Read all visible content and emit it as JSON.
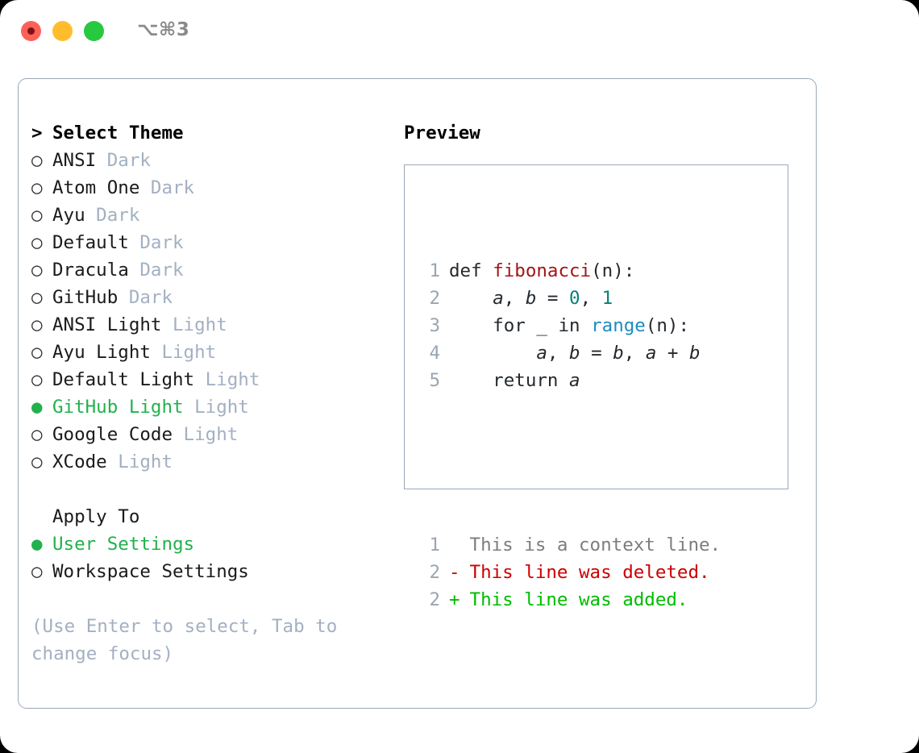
{
  "titlebar": {
    "shortcut": "⌥⌘3",
    "buttons": [
      {
        "name": "close",
        "color": "#ff6058"
      },
      {
        "name": "minimize",
        "color": "#ffbd2e"
      },
      {
        "name": "maximize",
        "color": "#28c840"
      }
    ]
  },
  "theme_list": {
    "header_marker": ">",
    "header": "Select Theme",
    "items": [
      {
        "marker": "○",
        "label": "ANSI",
        "suffix": "Dark",
        "selected": false
      },
      {
        "marker": "○",
        "label": "Atom One",
        "suffix": "Dark",
        "selected": false
      },
      {
        "marker": "○",
        "label": "Ayu",
        "suffix": "Dark",
        "selected": false
      },
      {
        "marker": "○",
        "label": "Default",
        "suffix": "Dark",
        "selected": false
      },
      {
        "marker": "○",
        "label": "Dracula",
        "suffix": "Dark",
        "selected": false
      },
      {
        "marker": "○",
        "label": "GitHub",
        "suffix": "Dark",
        "selected": false
      },
      {
        "marker": "○",
        "label": "ANSI Light",
        "suffix": "Light",
        "selected": false
      },
      {
        "marker": "○",
        "label": "Ayu Light",
        "suffix": "Light",
        "selected": false
      },
      {
        "marker": "○",
        "label": "Default Light",
        "suffix": "Light",
        "selected": false
      },
      {
        "marker": "●",
        "label": "GitHub Light",
        "suffix": "Light",
        "selected": true
      },
      {
        "marker": "○",
        "label": "Google Code",
        "suffix": "Light",
        "selected": false
      },
      {
        "marker": "○",
        "label": "XCode",
        "suffix": "Light",
        "selected": false
      }
    ]
  },
  "apply_to": {
    "header": "Apply To",
    "items": [
      {
        "marker": "●",
        "label": "User Settings",
        "selected": true
      },
      {
        "marker": "○",
        "label": "Workspace Settings",
        "selected": false
      }
    ]
  },
  "hint": "(Use Enter to select, Tab to change focus)",
  "preview": {
    "title": "Preview",
    "code_lines": [
      {
        "num": "1",
        "tokens": [
          {
            "t": "def ",
            "k": "plain"
          },
          {
            "t": "fibonacci",
            "k": "fn"
          },
          {
            "t": "(n):",
            "k": "plain"
          }
        ]
      },
      {
        "num": "2",
        "tokens": [
          {
            "t": "    ",
            "k": "plain"
          },
          {
            "t": "a",
            "k": "var"
          },
          {
            "t": ", ",
            "k": "plain"
          },
          {
            "t": "b",
            "k": "var"
          },
          {
            "t": " = ",
            "k": "plain"
          },
          {
            "t": "0",
            "k": "num"
          },
          {
            "t": ", ",
            "k": "plain"
          },
          {
            "t": "1",
            "k": "num"
          }
        ]
      },
      {
        "num": "3",
        "tokens": [
          {
            "t": "    for _ in ",
            "k": "plain"
          },
          {
            "t": "range",
            "k": "kw"
          },
          {
            "t": "(n):",
            "k": "plain"
          }
        ]
      },
      {
        "num": "4",
        "tokens": [
          {
            "t": "        ",
            "k": "plain"
          },
          {
            "t": "a",
            "k": "var"
          },
          {
            "t": ", ",
            "k": "plain"
          },
          {
            "t": "b",
            "k": "var"
          },
          {
            "t": " = ",
            "k": "plain"
          },
          {
            "t": "b",
            "k": "var"
          },
          {
            "t": ", ",
            "k": "plain"
          },
          {
            "t": "a",
            "k": "var"
          },
          {
            "t": " + ",
            "k": "plain"
          },
          {
            "t": "b",
            "k": "var"
          }
        ]
      },
      {
        "num": "5",
        "tokens": [
          {
            "t": "    return ",
            "k": "plain"
          },
          {
            "t": "a",
            "k": "var"
          }
        ]
      }
    ],
    "diff_lines": [
      {
        "num": "1",
        "sign": " ",
        "text": "This is a context line.",
        "kind": "context"
      },
      {
        "num": "2",
        "sign": "-",
        "text": "This line was deleted.",
        "kind": "deleted"
      },
      {
        "num": "2",
        "sign": "+",
        "text": "This line was added.",
        "kind": "added"
      }
    ]
  },
  "colors": {
    "accent_green": "#22b14c",
    "muted": "#a3b0c2",
    "border": "#9aa8b8",
    "fn_red": "#a31515",
    "num_teal": "#0b8074",
    "kw_blue": "#1c8cc0",
    "diff_del": "#cc0000",
    "diff_add": "#00bb00"
  }
}
